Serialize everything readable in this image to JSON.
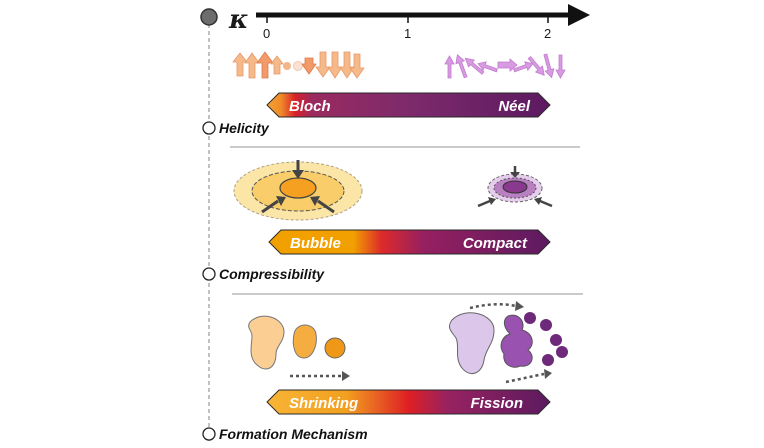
{
  "axis": {
    "symbol": "κ",
    "ticks": [
      "0",
      "1",
      "2"
    ]
  },
  "sections": [
    {
      "name": "Helicity",
      "left_label": "Bloch",
      "right_label": "Néel"
    },
    {
      "name": "Compressibility",
      "left_label": "Bubble",
      "right_label": "Compact"
    },
    {
      "name": "Formation Mechanism",
      "left_label": "Shrinking",
      "right_label": "Fission"
    }
  ],
  "colors": {
    "orange": "#f0a020",
    "red": "#d8202a",
    "purple": "#7a2e7a",
    "dark_purple": "#5a1a62",
    "light_orange": "#fbd58a",
    "light_purple": "#dcc6ea",
    "gray_line": "#aaaaaa"
  }
}
